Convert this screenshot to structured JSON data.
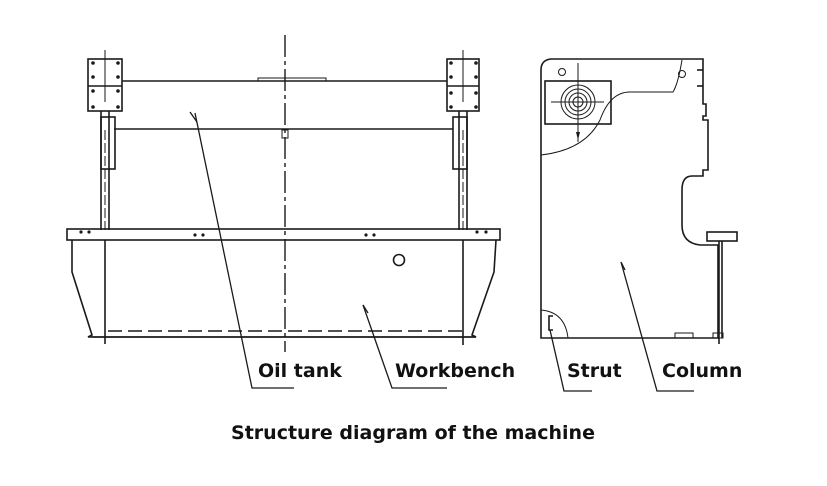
{
  "diagram": {
    "caption": "Structure diagram of the machine",
    "labels": {
      "oil_tank": "Oil tank",
      "workbench": "Workbench",
      "strut": "Strut",
      "column": "Column"
    },
    "views": [
      "front-view",
      "side-view"
    ]
  }
}
